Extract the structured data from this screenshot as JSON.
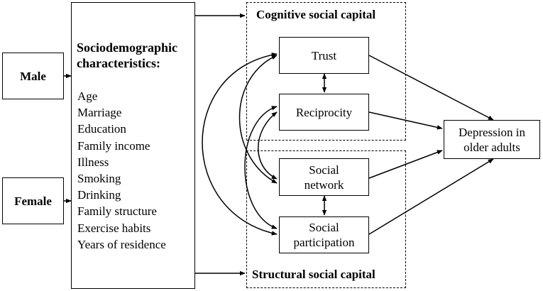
{
  "groups": {
    "male": "Male",
    "female": "Female"
  },
  "covariates": {
    "heading_line1": "Sociodemographic",
    "heading_line2": "characteristics:",
    "items": [
      "Age",
      "Marriage",
      "Education",
      "Family income",
      "Illness",
      "Smoking",
      "Drinking",
      "Family structure",
      "Exercise habits",
      "Years of residence"
    ]
  },
  "cognitive": {
    "title": "Cognitive social capital",
    "trust": "Trust",
    "reciprocity": "Reciprocity"
  },
  "structural": {
    "title": "Structural social capital",
    "network_line1": "Social",
    "network_line2": "network",
    "participation_line1": "Social",
    "participation_line2": "participation"
  },
  "outcome": {
    "line1": "Depression in",
    "line2": "older adults"
  }
}
